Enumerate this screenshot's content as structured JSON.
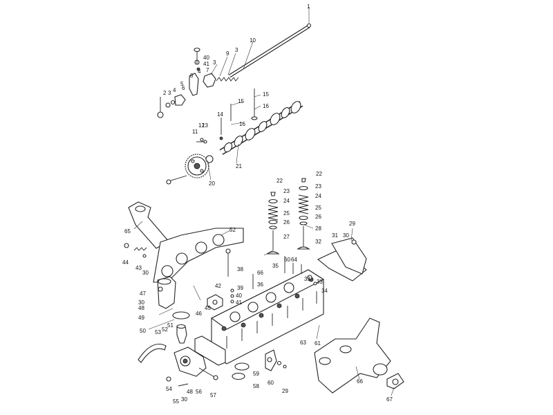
{
  "callouts": [
    {
      "id": "c1",
      "text": "1"
    },
    {
      "id": "c2",
      "text": "2"
    },
    {
      "id": "c3a",
      "text": "3"
    },
    {
      "id": "c3b",
      "text": "3"
    },
    {
      "id": "c3c",
      "text": "3"
    },
    {
      "id": "c4a",
      "text": "4"
    },
    {
      "id": "c4b",
      "text": "4"
    },
    {
      "id": "c5",
      "text": "5"
    },
    {
      "id": "c6",
      "text": "6"
    },
    {
      "id": "c7",
      "text": "7"
    },
    {
      "id": "c8",
      "text": "8"
    },
    {
      "id": "c9",
      "text": "9"
    },
    {
      "id": "c10",
      "text": "10"
    },
    {
      "id": "c11",
      "text": "11"
    },
    {
      "id": "c12",
      "text": "12"
    },
    {
      "id": "c13",
      "text": "13"
    },
    {
      "id": "c14",
      "text": "14"
    },
    {
      "id": "c15a",
      "text": "15"
    },
    {
      "id": "c15b",
      "text": "15"
    },
    {
      "id": "c16a",
      "text": "16"
    },
    {
      "id": "c16b",
      "text": "16"
    },
    {
      "id": "c20",
      "text": "20"
    },
    {
      "id": "c21",
      "text": "21"
    },
    {
      "id": "c22a",
      "text": "22"
    },
    {
      "id": "c22b",
      "text": "22"
    },
    {
      "id": "c23a",
      "text": "23"
    },
    {
      "id": "c23b",
      "text": "23"
    },
    {
      "id": "c24a",
      "text": "24"
    },
    {
      "id": "c24b",
      "text": "24"
    },
    {
      "id": "c25a",
      "text": "25"
    },
    {
      "id": "c25b",
      "text": "25"
    },
    {
      "id": "c26a",
      "text": "26"
    },
    {
      "id": "c26b",
      "text": "26"
    },
    {
      "id": "c27",
      "text": "27"
    },
    {
      "id": "c28",
      "text": "28"
    },
    {
      "id": "c29a",
      "text": "29"
    },
    {
      "id": "c29b",
      "text": "29"
    },
    {
      "id": "c30a",
      "text": "30"
    },
    {
      "id": "c30b",
      "text": "30"
    },
    {
      "id": "c30c",
      "text": "30"
    },
    {
      "id": "c30d",
      "text": "30"
    },
    {
      "id": "c31",
      "text": "31"
    },
    {
      "id": "c32",
      "text": "32"
    },
    {
      "id": "c33a",
      "text": "33"
    },
    {
      "id": "c33b",
      "text": "33"
    },
    {
      "id": "c34",
      "text": "34"
    },
    {
      "id": "c35",
      "text": "35"
    },
    {
      "id": "c36",
      "text": "36"
    },
    {
      "id": "c38",
      "text": "38"
    },
    {
      "id": "c39",
      "text": "39"
    },
    {
      "id": "c40a",
      "text": "40"
    },
    {
      "id": "c40b",
      "text": "40"
    },
    {
      "id": "c41a",
      "text": "41"
    },
    {
      "id": "c41b",
      "text": "41"
    },
    {
      "id": "c42",
      "text": "42"
    },
    {
      "id": "c43",
      "text": "43"
    },
    {
      "id": "c44",
      "text": "44"
    },
    {
      "id": "c45",
      "text": "45"
    },
    {
      "id": "c46",
      "text": "46"
    },
    {
      "id": "c47",
      "text": "47"
    },
    {
      "id": "c48a",
      "text": "48"
    },
    {
      "id": "c48b",
      "text": "48"
    },
    {
      "id": "c49",
      "text": "49"
    },
    {
      "id": "c50",
      "text": "50"
    },
    {
      "id": "c51",
      "text": "51"
    },
    {
      "id": "c52a",
      "text": "52"
    },
    {
      "id": "c52b",
      "text": "52"
    },
    {
      "id": "c53",
      "text": "53"
    },
    {
      "id": "c54",
      "text": "54"
    },
    {
      "id": "c55",
      "text": "55"
    },
    {
      "id": "c56",
      "text": "56"
    },
    {
      "id": "c57",
      "text": "57"
    },
    {
      "id": "c58",
      "text": "58"
    },
    {
      "id": "c59",
      "text": "59"
    },
    {
      "id": "c60a",
      "text": "60"
    },
    {
      "id": "c60b",
      "text": "60"
    },
    {
      "id": "c61",
      "text": "61"
    },
    {
      "id": "c63",
      "text": "63"
    },
    {
      "id": "c64",
      "text": "64"
    },
    {
      "id": "c65",
      "text": "65"
    },
    {
      "id": "c66a",
      "text": "66"
    },
    {
      "id": "c66b",
      "text": "66"
    },
    {
      "id": "c67",
      "text": "67"
    }
  ]
}
